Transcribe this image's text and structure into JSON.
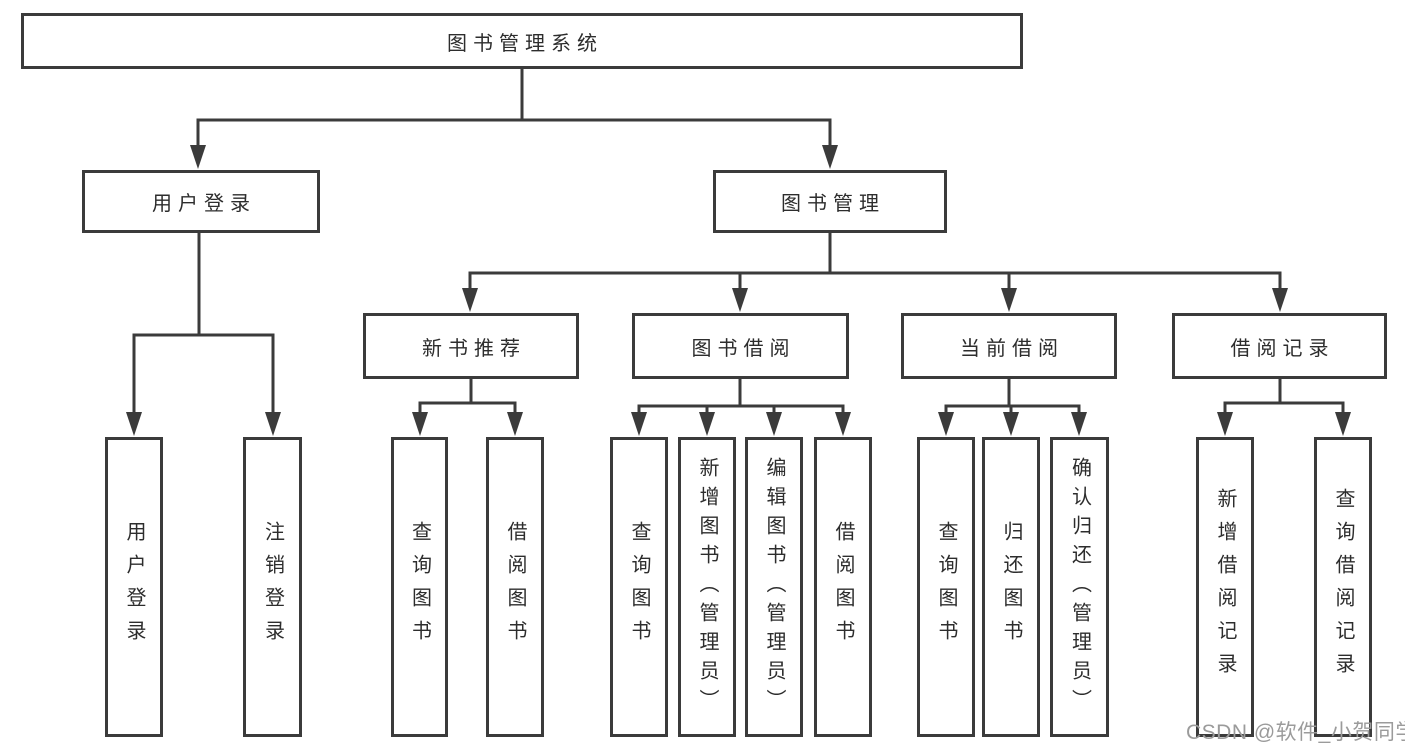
{
  "tree": {
    "root": {
      "label": "图书管理系统",
      "children": [
        {
          "label": "用户登录",
          "children": [
            {
              "label": "用户登录"
            },
            {
              "label": "注销登录"
            }
          ]
        },
        {
          "label": "图书管理",
          "children": [
            {
              "label": "新书推荐",
              "children": [
                {
                  "label": "查询图书"
                },
                {
                  "label": "借阅图书"
                }
              ]
            },
            {
              "label": "图书借阅",
              "children": [
                {
                  "label": "查询图书"
                },
                {
                  "label": "新增图书（管理员）"
                },
                {
                  "label": "编辑图书（管理员）"
                },
                {
                  "label": "借阅图书"
                }
              ]
            },
            {
              "label": "当前借阅",
              "children": [
                {
                  "label": "查询图书"
                },
                {
                  "label": "归还图书"
                },
                {
                  "label": "确认归还（管理员）"
                }
              ]
            },
            {
              "label": "借阅记录",
              "children": [
                {
                  "label": "新增借阅记录"
                },
                {
                  "label": "查询借阅记录"
                }
              ]
            }
          ]
        }
      ]
    }
  },
  "watermark": {
    "text": "CSDN @软件_小贺同学"
  },
  "colors": {
    "line": "#3b3b3b",
    "text": "#2d2d2d",
    "background": "#ffffff",
    "watermark": "#9b9b9b"
  }
}
